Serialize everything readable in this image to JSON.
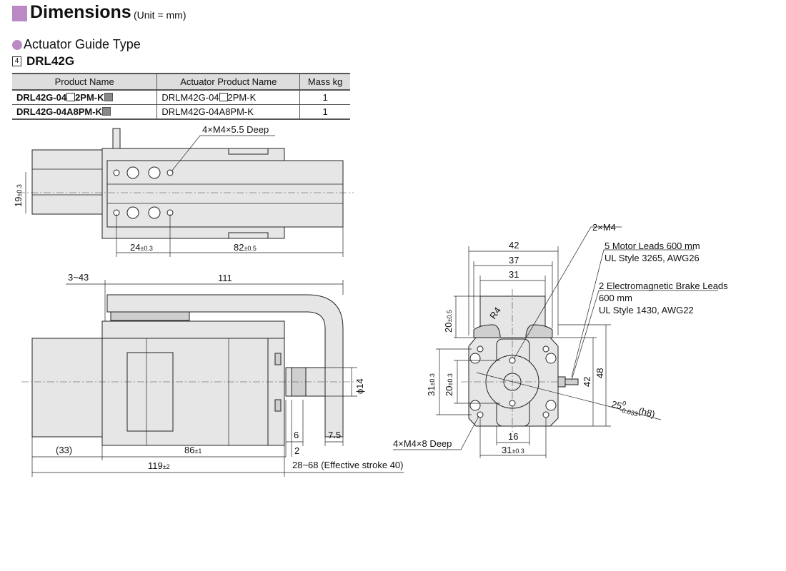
{
  "header": {
    "title": "Dimensions",
    "unit": "(Unit = mm)",
    "accent_color": "#b98ac4"
  },
  "section": {
    "title": "Actuator  Guide Type",
    "index": "4",
    "model": "DRL42G"
  },
  "table": {
    "headers": [
      "Product Name",
      "Actuator Product Name",
      "Mass kg"
    ],
    "rows": [
      {
        "product_a": "DRL42G-04",
        "product_b": "2PM-K",
        "actuator_a": "DRLM42G-04",
        "actuator_b": "2PM-K",
        "mass": "1"
      },
      {
        "product_a": "DRL42G-04A8PM-K",
        "product_b": "",
        "actuator_a": "DRLM42G-04A8PM-K",
        "actuator_b": "",
        "mass": "1"
      }
    ]
  },
  "top_view": {
    "tapped_holes": "4×M4×5.5 Deep",
    "height": "19",
    "height_tol": "±0.3",
    "pitch": "24",
    "pitch_tol": "±0.3",
    "length": "82",
    "length_tol": "±0.5"
  },
  "side_view": {
    "offset": "3~43",
    "overall_top": "111",
    "shaft_dia": "ϕ14",
    "d6": "6",
    "d7_5": "7.5",
    "d2": "2",
    "motor": "(33)",
    "body": "86",
    "body_tol": "±1",
    "total": "119",
    "total_tol": "±2",
    "stroke": "28~68 (Effective stroke 40)"
  },
  "front_view": {
    "w42": "42",
    "w37": "37",
    "w31": "31",
    "h20": "20",
    "h20_tol": "±0.5",
    "r4": "R4",
    "m4": "2×M4",
    "motor_leads_1": "5 Motor Leads 600 mm",
    "motor_leads_2": "UL Style 3265, AWG26",
    "brake_1": "2 Electromagnetic Brake Leads",
    "brake_2": "600 mm",
    "brake_3": "UL Style 1430, AWG22",
    "v31": "31",
    "v31_tol": "±0.3",
    "v20": "20",
    "v20_tol": "±0.3",
    "h42": "42",
    "h48": "48",
    "shaft": "25",
    "shaft_tol_up": "0",
    "shaft_tol_low": "-0.033",
    "shaft_fit": "(h8)",
    "bottom_holes": "4×M4×8 Deep",
    "b16": "16",
    "b31": "31",
    "b31_tol": "±0.3"
  }
}
